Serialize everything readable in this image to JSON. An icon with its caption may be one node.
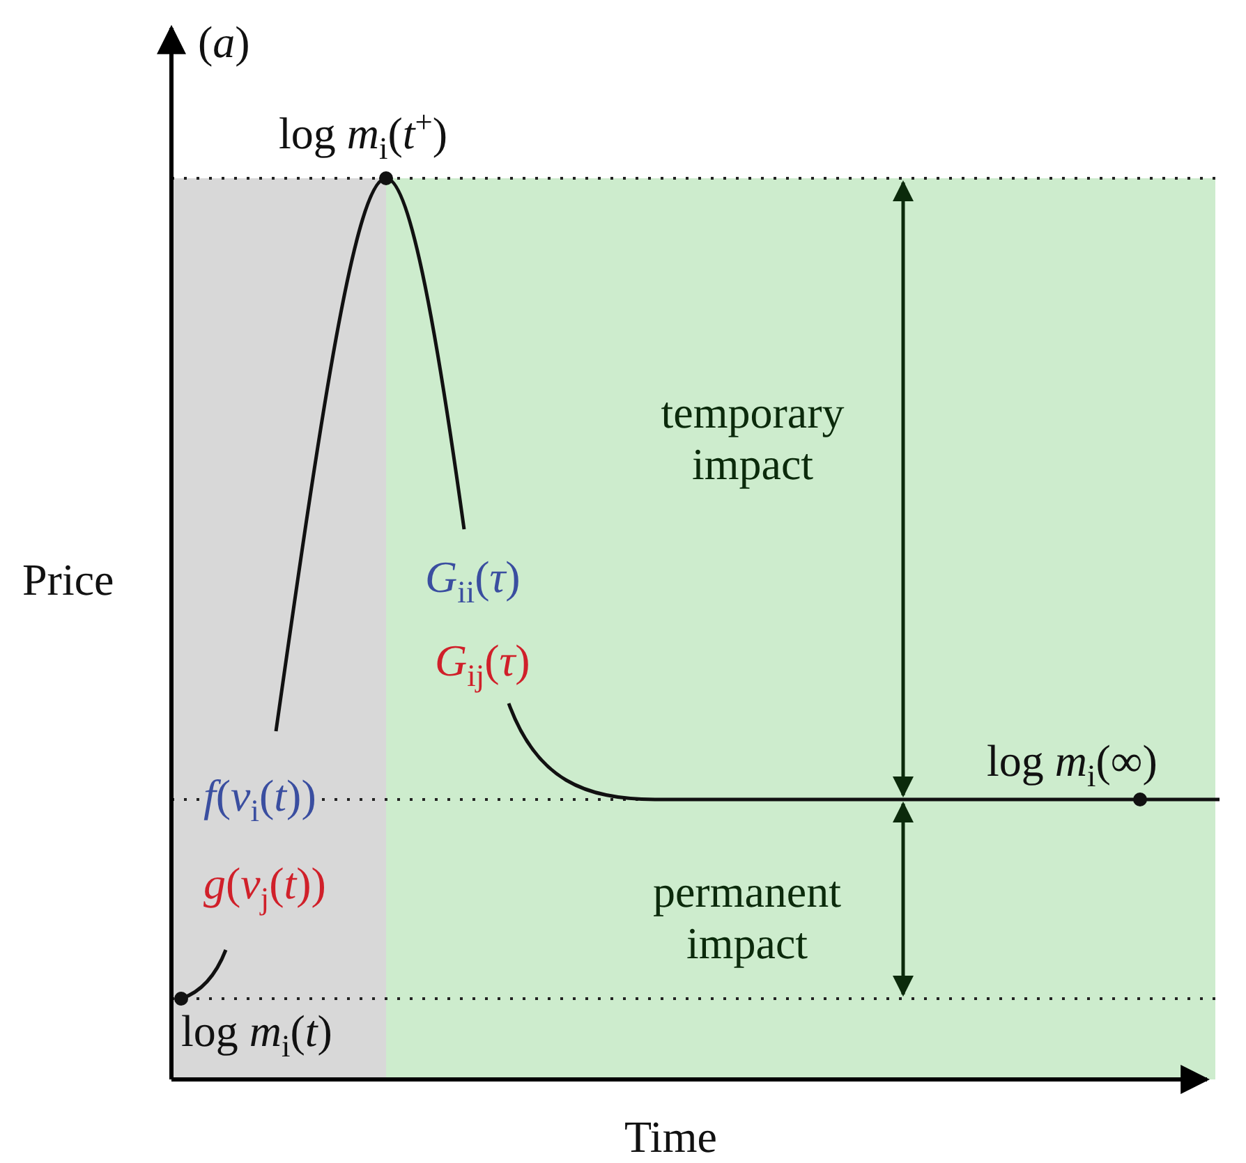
{
  "diagram": {
    "labels": [
      "(*a*)",
      "log *m*$_{i}$(*t*$^{+}$)",
      "temporary impact",
      "Price",
      "*G*$_{ii}$(*τ*)",
      "*G*$_{ij}$(*τ*)",
      "log *m*$_{i}$(∞)",
      "*f*(*v*$_{i}$(*t*))",
      "*g*(*v*$_{j}$(*t*))",
      "permanent impact",
      "log *m*$_{i}$(*t*)",
      "Time"
    ]
  }
}
